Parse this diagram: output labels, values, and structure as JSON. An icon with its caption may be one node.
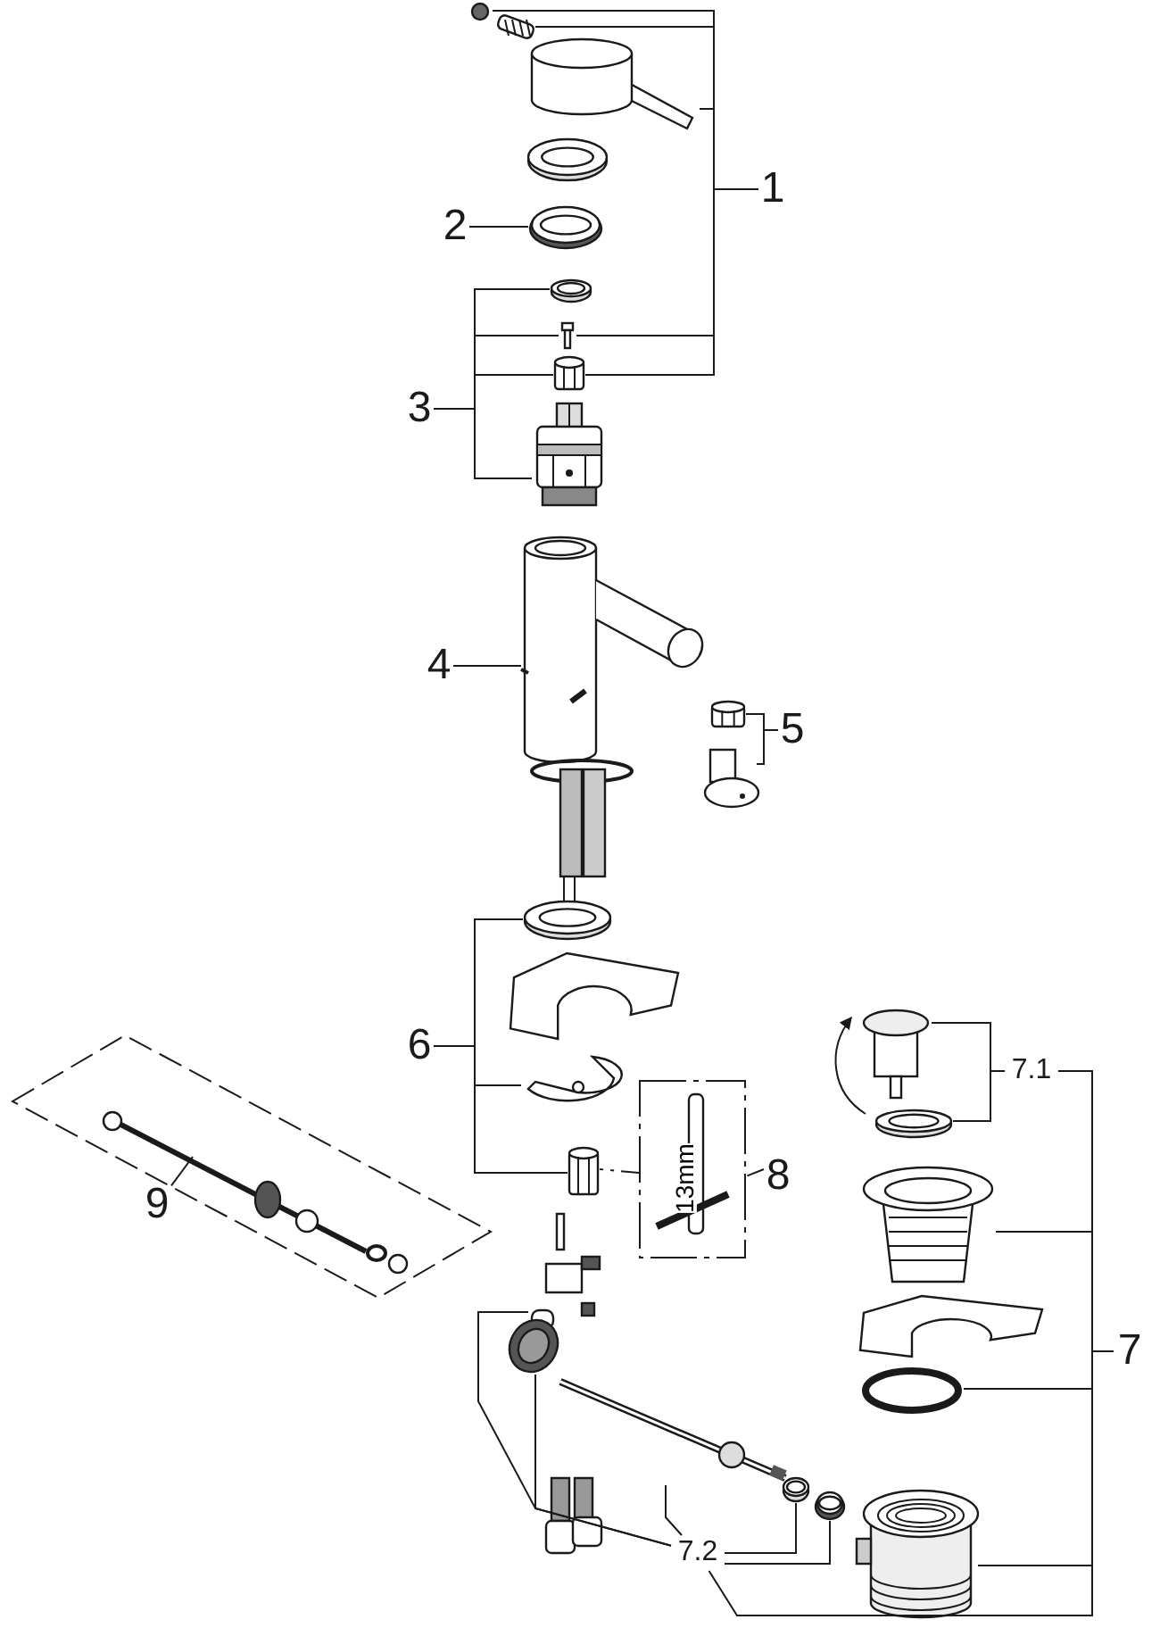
{
  "diagram": {
    "nodes": [
      {
        "text": [
          "1"
        ]
      },
      {
        "text": [
          "2"
        ]
      },
      {
        "text": [
          "3"
        ]
      },
      {
        "text": [
          "4"
        ]
      },
      {
        "text": [
          "5"
        ]
      },
      {
        "text": [
          "6"
        ]
      },
      {
        "text": [
          "7"
        ]
      },
      {
        "text": [
          "7.1"
        ]
      },
      {
        "text": [
          "7.2"
        ]
      },
      {
        "text": [
          "8"
        ]
      },
      {
        "text": [
          "9"
        ]
      },
      {
        "text": [],
        "shape": "circle"
      },
      {
        "text": [],
        "shape": "picture"
      },
      {
        "text": [],
        "shape": "picture"
      },
      {
        "text": [],
        "shape": "picture"
      },
      {
        "text": [],
        "shape": "picture"
      },
      {
        "text": [],
        "shape": "picture"
      },
      {
        "text": [],
        "shape": "picture"
      },
      {
        "text": [],
        "shape": "picture"
      },
      {
        "text": [],
        "shape": "picture"
      },
      {
        "text": [],
        "shape": "picture"
      },
      {
        "text": [],
        "shape": "picture"
      },
      {
        "text": [],
        "shape": "picture"
      },
      {
        "text": [],
        "shape": "picture"
      },
      {
        "text": [],
        "shape": "picture"
      },
      {
        "text": [],
        "shape": "picture"
      },
      {
        "text": [],
        "shape": "picture"
      },
      {
        "text": [],
        "shape": "picture"
      },
      {
        "text": [
          "13mm"
        ]
      },
      {
        "text": [],
        "shape": "picture"
      },
      {
        "text": [],
        "shape": "picture"
      },
      {
        "text": [],
        "shape": "picture"
      },
      {
        "text": [],
        "shape": "picture"
      },
      {
        "text": [],
        "shape": "picture"
      },
      {
        "text": [],
        "shape": "circle"
      },
      {
        "text": [],
        "shape": "picture"
      },
      {
        "text": [],
        "shape": "picture"
      },
      {
        "text": [],
        "shape": "picture"
      },
      {
        "text": [],
        "shape": "picture"
      },
      {
        "text": [],
        "shape": "picture"
      },
      {
        "text": [],
        "shape": "picture"
      },
      {
        "text": [],
        "shape": "picture"
      }
    ],
    "edges": [
      {
        "from": 0,
        "to": 11,
        "arrow": "none"
      },
      {
        "from": 0,
        "to": 12,
        "arrow": "none"
      },
      {
        "from": 0,
        "to": 13,
        "arrow": "none"
      },
      {
        "from": 0,
        "to": 17,
        "arrow": "none"
      },
      {
        "from": 0,
        "to": 18,
        "arrow": "none"
      },
      {
        "from": 1,
        "to": 15,
        "arrow": "none"
      },
      {
        "from": 2,
        "to": 16,
        "arrow": "none"
      },
      {
        "from": 2,
        "to": 17,
        "arrow": "none"
      },
      {
        "from": 2,
        "to": 18,
        "arrow": "none"
      },
      {
        "from": 2,
        "to": 19,
        "arrow": "none"
      },
      {
        "from": 3,
        "to": 20,
        "arrow": "none"
      },
      {
        "from": 4,
        "to": 21,
        "arrow": "none"
      },
      {
        "from": 4,
        "to": 22,
        "arrow": "none"
      },
      {
        "from": 5,
        "to": 24,
        "arrow": "none"
      },
      {
        "from": 5,
        "to": 26,
        "arrow": "none"
      },
      {
        "from": 5,
        "to": 27,
        "arrow": "none"
      },
      {
        "from": 9,
        "to": 28,
        "arrow": "none",
        "style": "dashed"
      },
      {
        "from": 28,
        "to": 27,
        "arrow": "none",
        "style": "dashed"
      },
      {
        "from": 10,
        "to": 29,
        "arrow": "none"
      },
      {
        "from": 7,
        "to": 30,
        "arrow": "none"
      },
      {
        "from": 7,
        "to": 31,
        "arrow": "none"
      },
      {
        "from": 6,
        "to": 7,
        "arrow": "none"
      },
      {
        "from": 6,
        "to": 32,
        "arrow": "none"
      },
      {
        "from": 6,
        "to": 34,
        "arrow": "none"
      },
      {
        "from": 6,
        "to": 35,
        "arrow": "none"
      },
      {
        "from": 6,
        "to": 8,
        "arrow": "none"
      },
      {
        "from": 8,
        "to": 36,
        "arrow": "none"
      },
      {
        "from": 8,
        "to": 37,
        "arrow": "none"
      },
      {
        "from": 8,
        "to": 38,
        "arrow": "none"
      },
      {
        "from": 8,
        "to": 39,
        "arrow": "none"
      },
      {
        "from": 8,
        "to": 40,
        "arrow": "none"
      }
    ]
  }
}
